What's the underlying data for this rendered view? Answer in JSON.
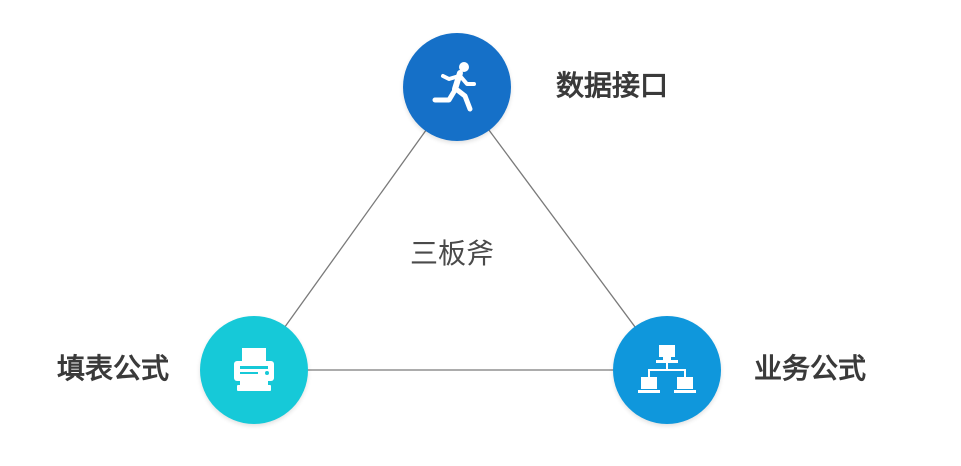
{
  "diagram": {
    "center_label": "三板斧",
    "nodes": [
      {
        "id": "top",
        "label": "数据接口",
        "icon": "runner-icon",
        "color": "#1570c8"
      },
      {
        "id": "left",
        "label": "填表公式",
        "icon": "printer-icon",
        "color": "#16c9d8"
      },
      {
        "id": "right",
        "label": "业务公式",
        "icon": "network-icon",
        "color": "#0f97dc"
      }
    ],
    "edge_color": "#7a7a7a"
  }
}
